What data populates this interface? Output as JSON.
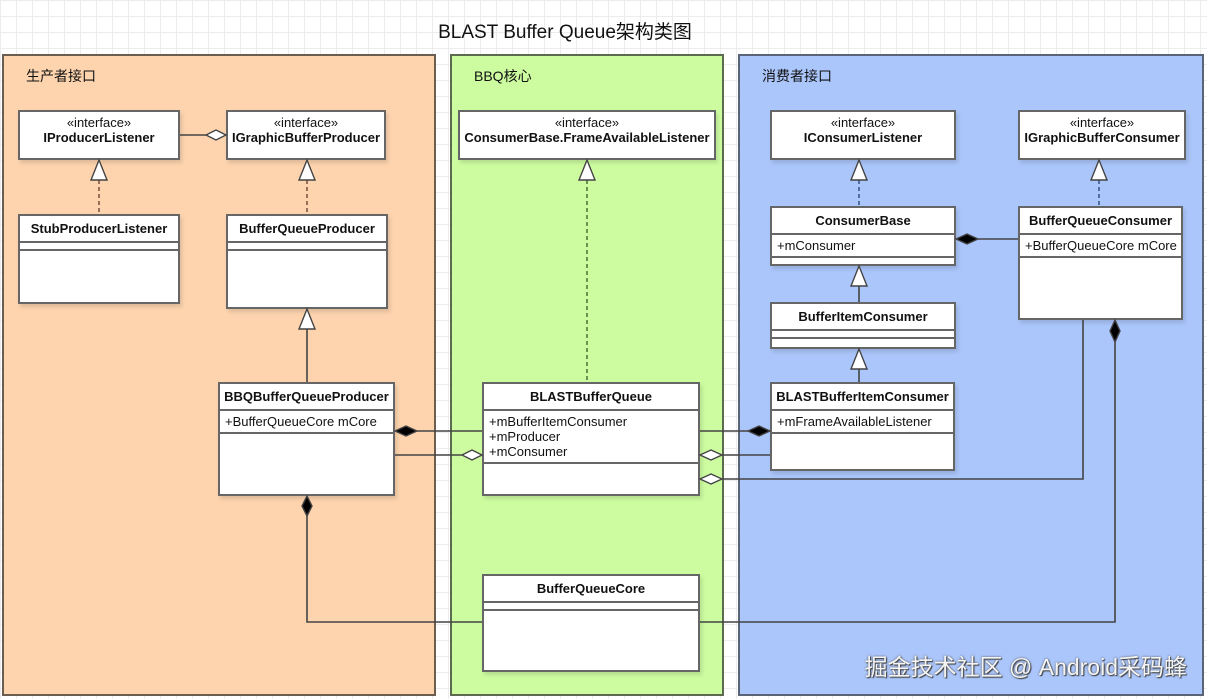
{
  "title": "BLAST Buffer Queue架构类图",
  "groups": {
    "producer": "生产者接口",
    "core": "BBQ核心",
    "consumer": "消费者接口"
  },
  "stereotype": "«interface»",
  "interfaces": {
    "iproducer_listener": "IProducerListener",
    "igraphic_buffer_producer": "IGraphicBufferProducer",
    "frame_available_listener": "ConsumerBase.FrameAvailableListener",
    "iconsumer_listener": "IConsumerListener",
    "igraphic_buffer_consumer": "IGraphicBufferConsumer"
  },
  "classes": {
    "stub_producer_listener": {
      "name": "StubProducerListener",
      "attrs": []
    },
    "buffer_queue_producer": {
      "name": "BufferQueueProducer",
      "attrs": []
    },
    "bbq_buffer_queue_producer": {
      "name": "BBQBufferQueueProducer",
      "attrs": [
        "+BufferQueueCore mCore"
      ]
    },
    "blast_buffer_queue": {
      "name": "BLASTBufferQueue",
      "attrs": [
        "+mBufferItemConsumer",
        "+mProducer",
        "+mConsumer"
      ]
    },
    "buffer_queue_core": {
      "name": "BufferQueueCore",
      "attrs": []
    },
    "consumer_base": {
      "name": "ConsumerBase",
      "attrs": [
        "+mConsumer"
      ]
    },
    "buffer_queue_consumer": {
      "name": "BufferQueueConsumer",
      "attrs": [
        "+BufferQueueCore mCore"
      ]
    },
    "buffer_item_consumer": {
      "name": "BufferItemConsumer",
      "attrs": []
    },
    "blast_buffer_item_consumer": {
      "name": "BLASTBufferItemConsumer",
      "attrs": [
        "+mFrameAvailableListener"
      ]
    }
  },
  "watermark": "掘金技术社区 @ Android采码蜂"
}
